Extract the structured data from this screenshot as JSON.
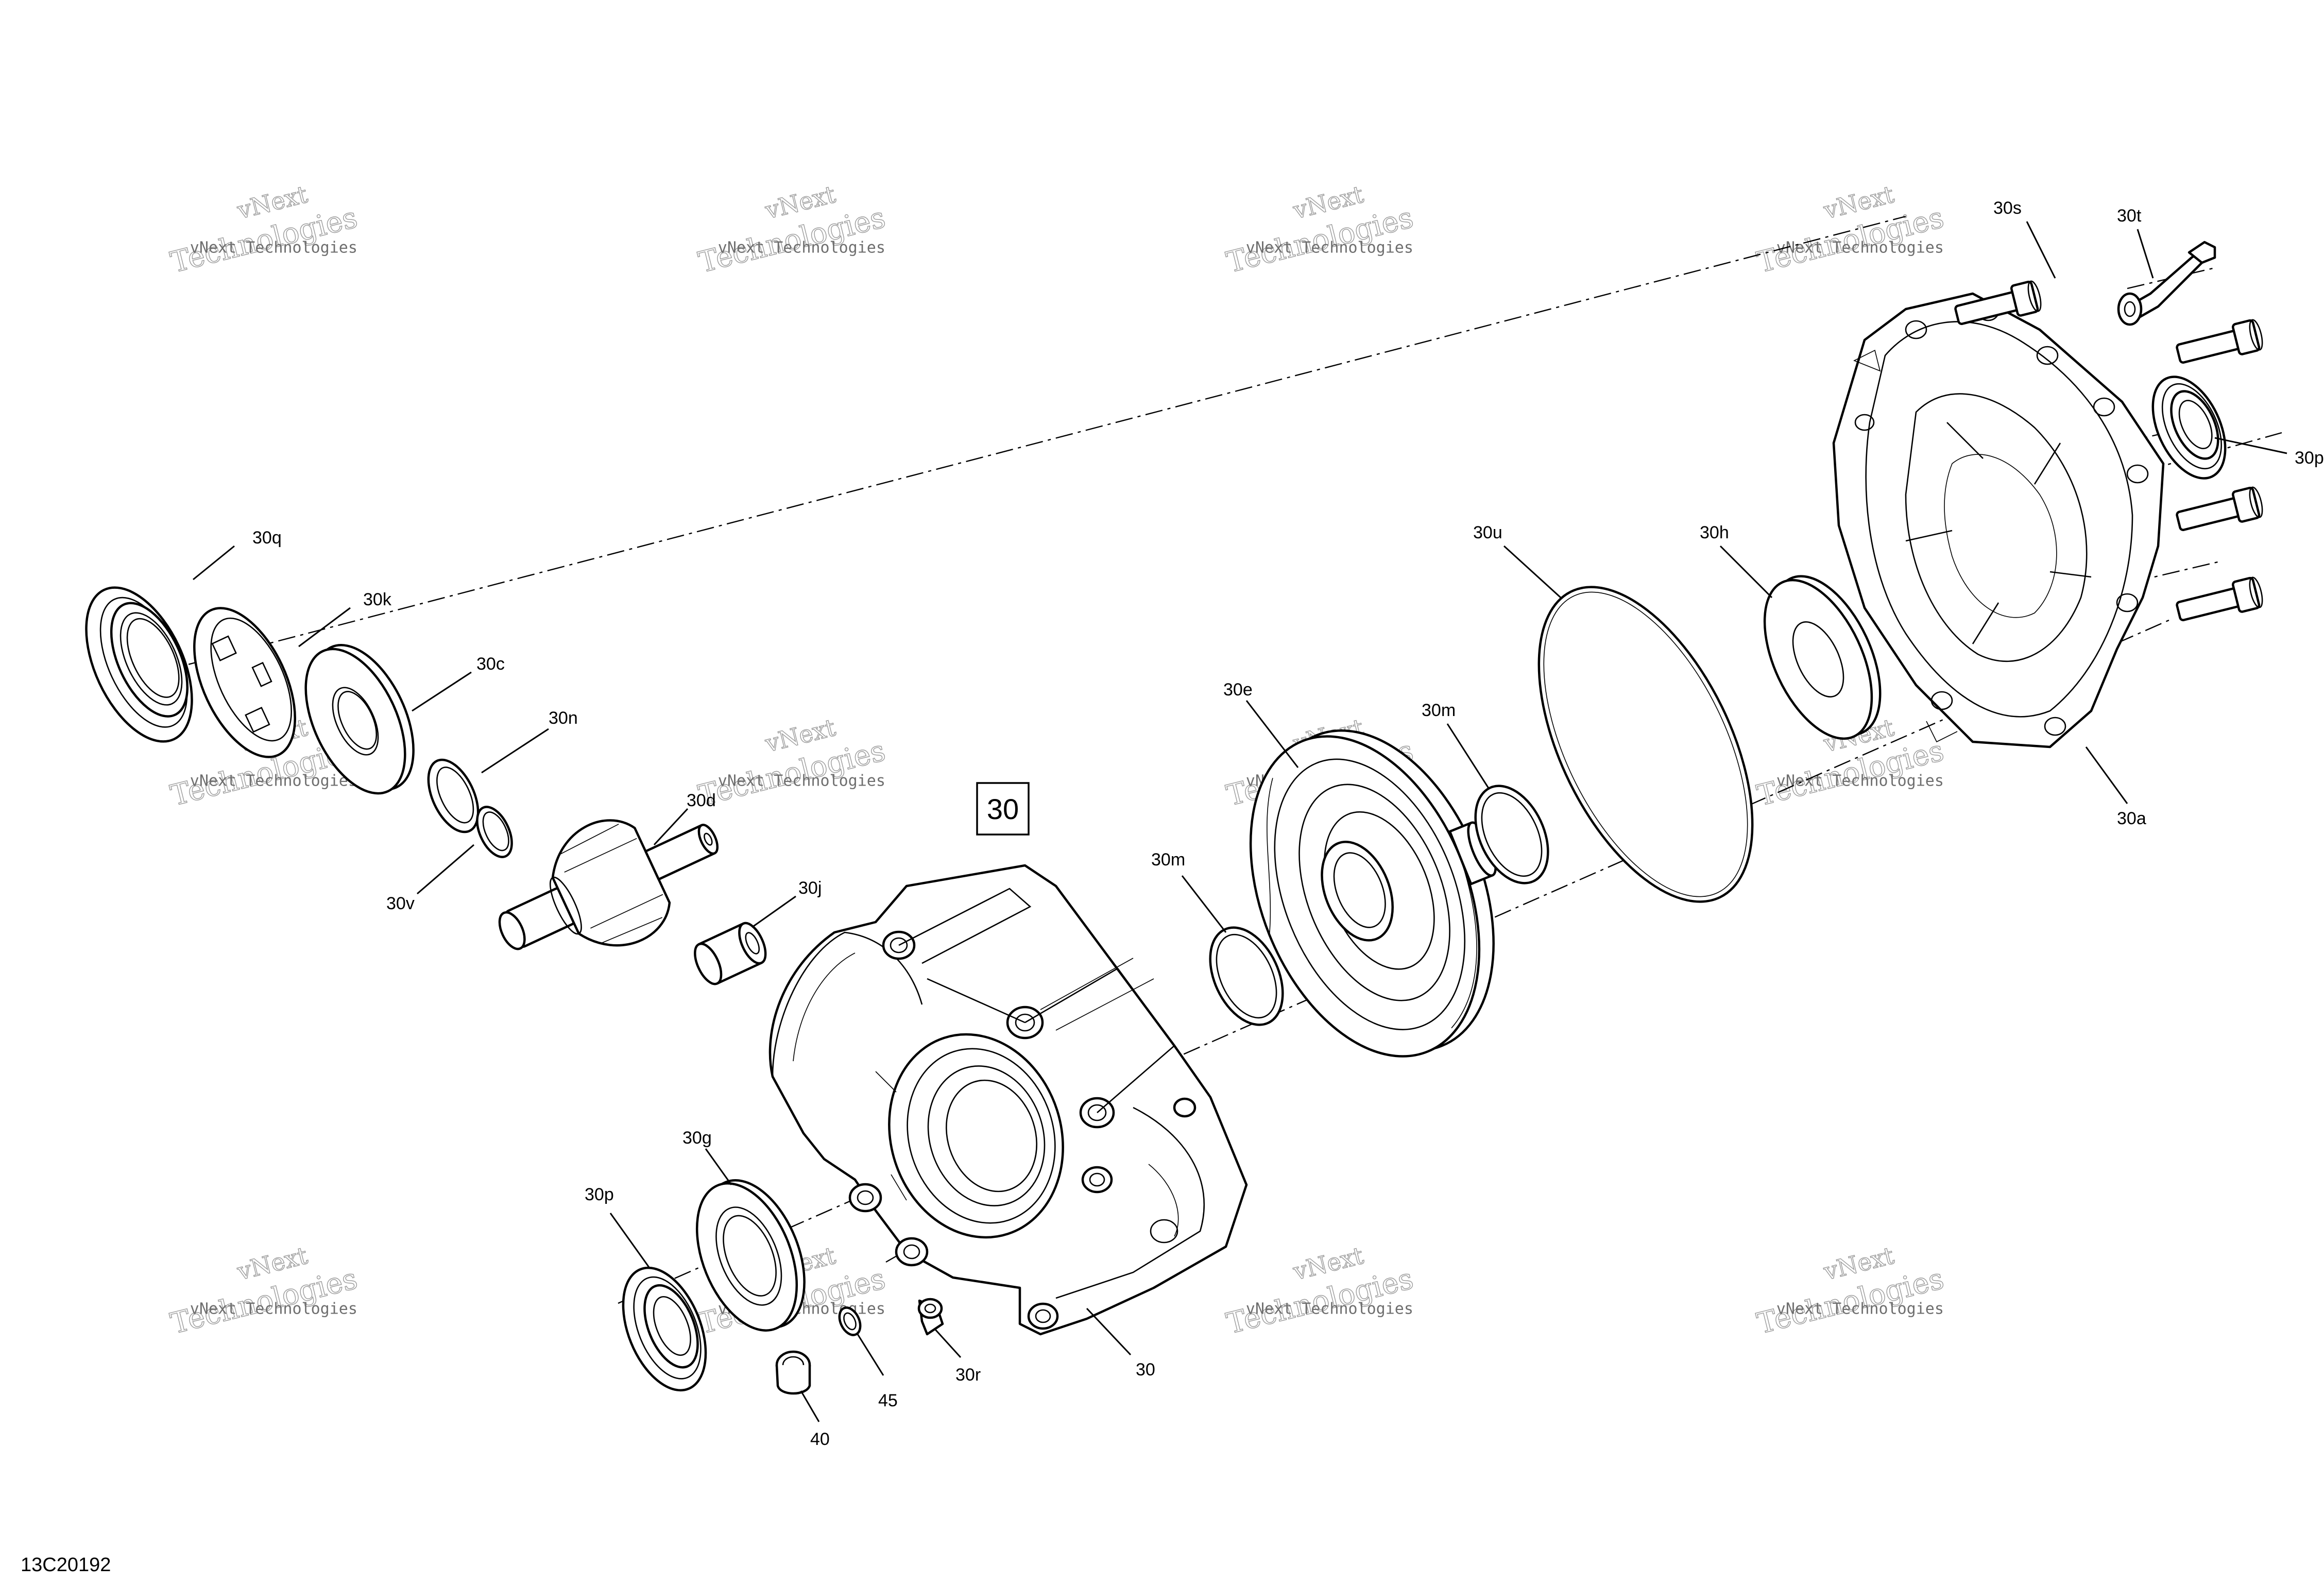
{
  "diagram": {
    "drawing_number": "13C20192",
    "assembly_ref": "30",
    "watermark": {
      "line1": "vNext",
      "line2": "Technologies",
      "line3": "vNext Technologies"
    },
    "callouts": {
      "c30q": "30q",
      "c30k": "30k",
      "c30c": "30c",
      "c30n": "30n",
      "c30d": "30d",
      "c30v": "30v",
      "c30j": "30j",
      "c30m_a": "30m",
      "c30e": "30e",
      "c30m_b": "30m",
      "c30u": "30u",
      "c30h": "30h",
      "c30s": "30s",
      "c30t": "30t",
      "c30p_top": "30p",
      "c30a": "30a",
      "c30g": "30g",
      "c30p": "30p",
      "c30r": "30r",
      "c30": "30",
      "c40": "40",
      "c45": "45"
    }
  }
}
